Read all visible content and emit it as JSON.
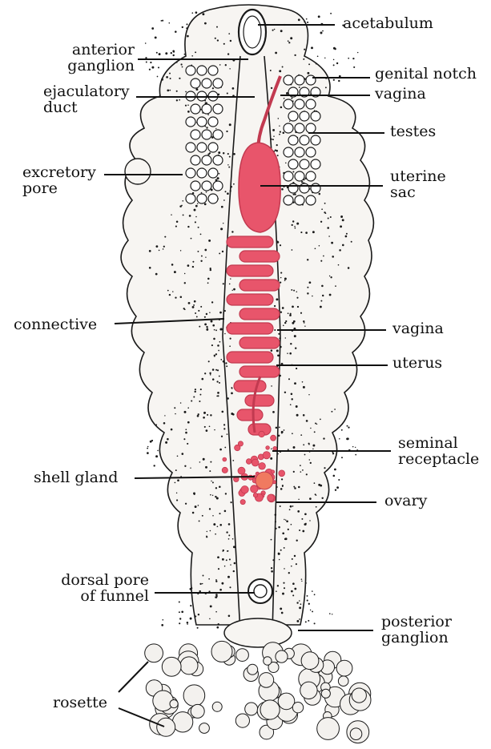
{
  "labels": {
    "acetabulum": "acetabulum",
    "anterior_ganglion": "anterior\nganglion",
    "genital_notch": "genital notch",
    "ejaculatory_duct": "ejaculatory\nduct",
    "vagina_top": "vagina",
    "testes": "testes",
    "excretory_pore": "excretory\npore",
    "uterine_sac": "uterine\nsac",
    "connective": "connective",
    "vagina_mid": "vagina",
    "uterus": "uterus",
    "seminal_receptacle": "seminal\nreceptacle",
    "shell_gland": "shell gland",
    "ovary": "ovary",
    "dorsal_pore": "dorsal pore\nof funnel",
    "posterior_ganglion": "posterior\nganglion",
    "rosette": "rosette"
  },
  "colors": {
    "organ_fill": "#e8556b",
    "organ_dark": "#c23a50",
    "ink": "#1a1a1a",
    "body_fill": "#f7f5f2"
  }
}
